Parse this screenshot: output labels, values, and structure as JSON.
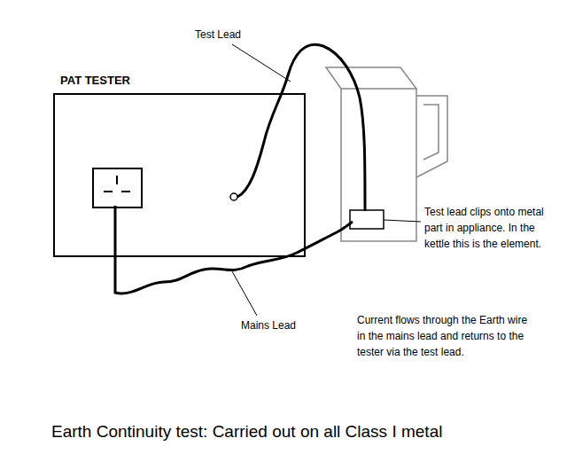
{
  "diagram": {
    "caption": "Earth Continuity test: Carried out on all Class I metal",
    "nodes": [
      {
        "text": [
          "PAT TESTER"
        ]
      }
    ],
    "labels": [
      "Test Lead",
      "Test lead clips onto metal part in appliance. In the kettle this is the element.",
      "Mains Lead",
      "Current flows through the Earth wire in the mains lead and returns to the tester via the test lead."
    ]
  }
}
